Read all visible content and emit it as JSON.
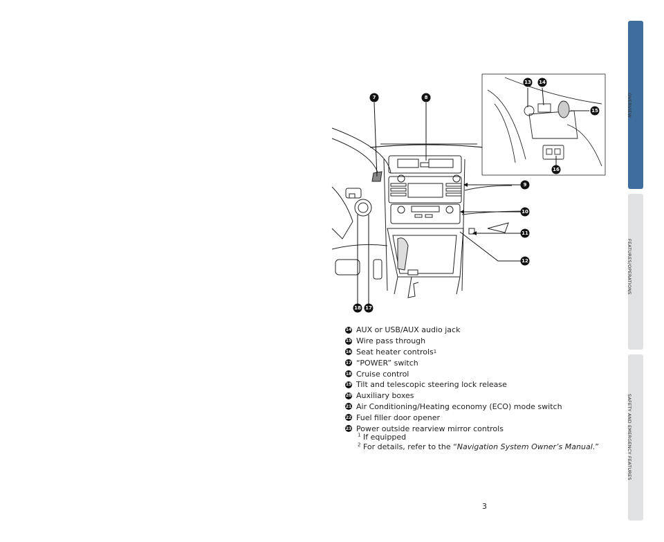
{
  "side_nav": {
    "tabs": [
      {
        "label": "OVERVIEW",
        "active": true
      },
      {
        "label": "FEATURES/OPERATIONS",
        "active": false
      },
      {
        "label": "SAFETY AND EMERGENCY FEATURES",
        "active": false
      }
    ],
    "active_color": "#3d6e9e",
    "inactive_color": "#dfe1e3"
  },
  "callouts": {
    "c7": "7",
    "c8": "8",
    "c9": "9",
    "c10": "10",
    "c11": "11",
    "c12": "12",
    "c13": "13",
    "c14": "14",
    "c15": "15",
    "c16": "16",
    "c17": "17",
    "c18": "18"
  },
  "features": [
    {
      "num": "14",
      "text": "AUX or USB/AUX audio jack",
      "sup": ""
    },
    {
      "num": "15",
      "text": "Wire pass through",
      "sup": ""
    },
    {
      "num": "16",
      "text": "Seat heater controls",
      "sup": "1"
    },
    {
      "num": "17",
      "text": "“POWER” switch",
      "sup": ""
    },
    {
      "num": "18",
      "text": "Cruise control",
      "sup": ""
    },
    {
      "num": "19",
      "text": "Tilt and telescopic steering lock release",
      "sup": ""
    },
    {
      "num": "20",
      "text": "Auxiliary boxes",
      "sup": ""
    },
    {
      "num": "21",
      "text": "Air Conditioning/Heating economy (ECO) mode switch",
      "sup": ""
    },
    {
      "num": "22",
      "text": "Fuel filler door opener",
      "sup": ""
    },
    {
      "num": "23",
      "text": "Power outside rearview mirror controls",
      "sup": ""
    }
  ],
  "footnotes": {
    "f1_mark": "1",
    "f1_text": "If equipped",
    "f2_mark": "2",
    "f2_prefix": "For details, refer to the “",
    "f2_title": "Navigation System Owner’s Manual",
    "f2_suffix": ".”"
  },
  "page_number": "3"
}
